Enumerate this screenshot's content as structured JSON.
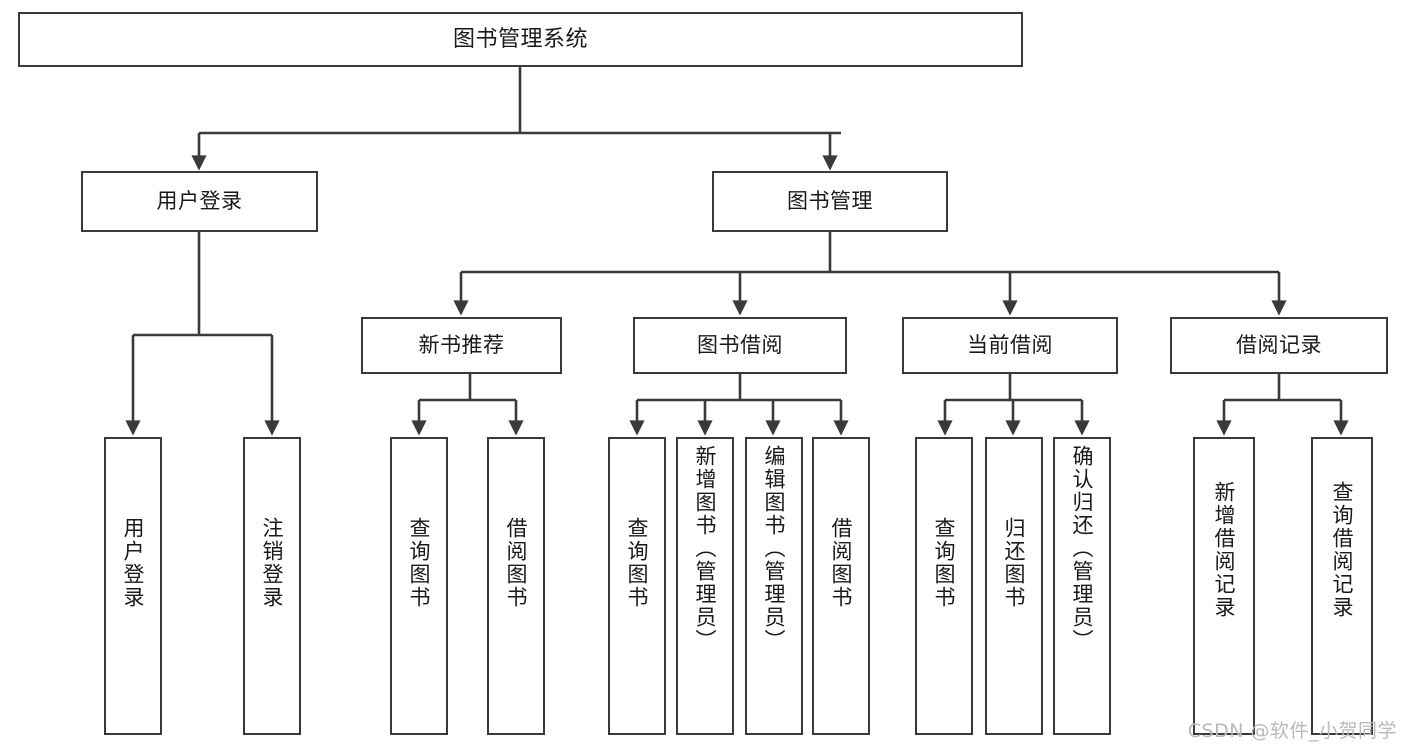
{
  "diagram": {
    "type": "tree",
    "title": "图书管理系统",
    "watermark": "CSDN @软件_小贺同学",
    "colors": {
      "box_border": "#3a3a3a",
      "box_fill": "#ffffff",
      "edge": "#3a3a3a",
      "text": "#1a1a1a",
      "watermark": "#b9b9b9",
      "background": "#ffffff"
    },
    "nodes": {
      "root": {
        "label": "图书管理系统"
      },
      "level1": [
        {
          "label": "用户登录"
        },
        {
          "label": "图书管理"
        }
      ],
      "level2": [
        {
          "label": "新书推荐"
        },
        {
          "label": "图书借阅"
        },
        {
          "label": "当前借阅"
        },
        {
          "label": "借阅记录"
        }
      ],
      "leaves_user_login": [
        {
          "label": "用户登录"
        },
        {
          "label": "注销登录"
        }
      ],
      "leaves_new_book": [
        {
          "label": "查询图书"
        },
        {
          "label": "借阅图书"
        }
      ],
      "leaves_borrow": [
        {
          "label": "查询图书"
        },
        {
          "label": "新增图书（管理员）"
        },
        {
          "label": "编辑图书（管理员）"
        },
        {
          "label": "借阅图书"
        }
      ],
      "leaves_current": [
        {
          "label": "查询图书"
        },
        {
          "label": "归还图书"
        },
        {
          "label": "确认归还（管理员）"
        }
      ],
      "leaves_records": [
        {
          "label": "新增借阅记录"
        },
        {
          "label": "查询借阅记录"
        }
      ]
    }
  }
}
